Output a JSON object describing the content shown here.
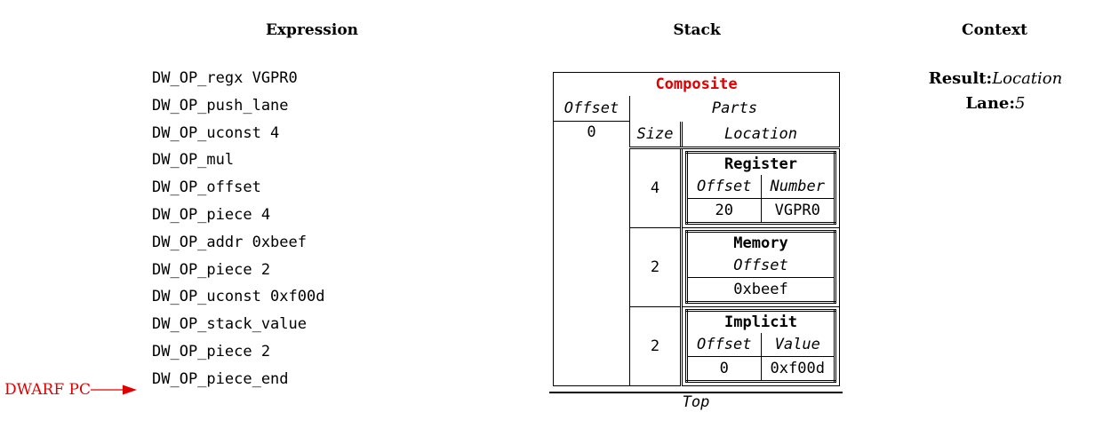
{
  "headers": {
    "expression": "Expression",
    "stack": "Stack",
    "context": "Context"
  },
  "expression": [
    "DW_OP_regx VGPR0",
    "DW_OP_push_lane",
    "DW_OP_uconst 4",
    "DW_OP_mul",
    "DW_OP_offset",
    "DW_OP_piece 4",
    "DW_OP_addr 0xbeef",
    "DW_OP_piece 2",
    "DW_OP_uconst 0xf00d",
    "DW_OP_stack_value",
    "DW_OP_piece 2",
    "DW_OP_piece_end"
  ],
  "pc_label": "DWARF PC",
  "colors": {
    "accent": "#e00000",
    "text": "#000000"
  },
  "stack": {
    "composite_title": "Composite",
    "offset_label": "Offset",
    "parts_label": "Parts",
    "size_label": "Size",
    "location_label": "Location",
    "offset_value": "0",
    "parts": [
      {
        "size": "4",
        "kind": "Register",
        "col1_label": "Offset",
        "col1_value": "20",
        "col2_label": "Number",
        "col2_value": "VGPR0"
      },
      {
        "size": "2",
        "kind": "Memory",
        "col1_label": "Offset",
        "col1_value": "0xbeef"
      },
      {
        "size": "2",
        "kind": "Implicit",
        "col1_label": "Offset",
        "col1_value": "0",
        "col2_label": "Value",
        "col2_value": "0xf00d"
      }
    ],
    "top_label": "Top"
  },
  "context": {
    "result_label": "Result:",
    "result_value": "Location",
    "lane_label": "Lane:",
    "lane_value": "5"
  }
}
